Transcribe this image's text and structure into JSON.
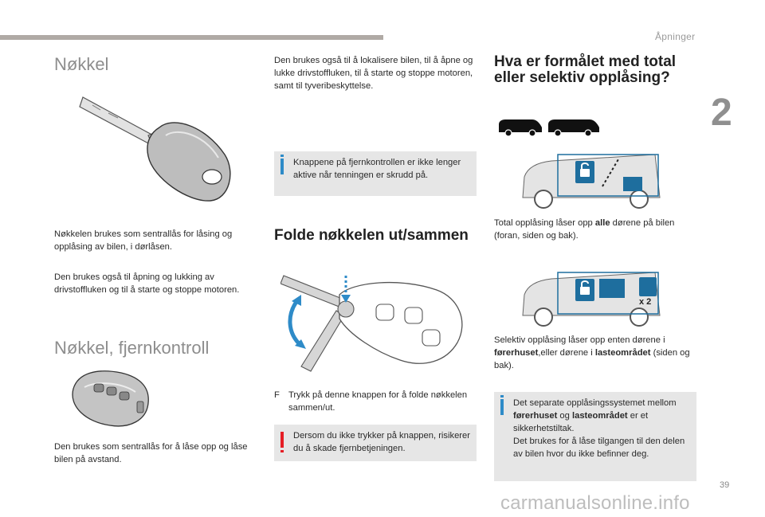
{
  "header": {
    "section": "Åpninger",
    "chapter": "2",
    "page_number": "39"
  },
  "watermark": "carmanualsonline.info",
  "col1": {
    "title_key": "Nøkkel",
    "key_p1": "Nøkkelen brukes som sentrallås for låsing og opplåsing av bilen, i dørlåsen.",
    "key_p2": "Den brukes også til åpning og lukking av drivstoffluken og til å starte og stoppe motoren.",
    "title_remote": "Nøkkel, fjernkontroll",
    "remote_p1": "Den brukes som sentrallås for å låse opp og låse bilen på avstand."
  },
  "col2": {
    "p1": "Den brukes også til å lokalisere bilen, til å åpne og lukke drivstoffluken, til å starte og stoppe motoren, samt til tyveribeskyttelse.",
    "info_note": "Knappene på fjernkontrollen er ikke lenger aktive når tenningen er skrudd på.",
    "title_fold": "Folde nøkkelen ut/sammen",
    "bullet_symbol": "F",
    "bullet_text": "Trykk på denne knappen for å folde nøkkelen sammen/ut.",
    "warn_note": "Dersom du ikke trykker på knappen, risikerer du å skade fjernbetjeningen."
  },
  "col3": {
    "title_line1": "Hva er formålet med total",
    "title_line2": "eller selektiv opplåsing?",
    "total_pre": "Total opplåsing låser opp ",
    "total_bold": "alle",
    "total_post": " dørene på bilen (foran, siden og bak).",
    "sel_pre": "Selektiv opplåsing låser opp enten dørene i ",
    "sel_bold1": "førerhuset",
    "sel_mid": ",eller dørene i ",
    "sel_bold2": "lasteområdet",
    "sel_post": " (siden og bak).",
    "note_pre": "Det separate opplåsingssystemet mellom ",
    "note_bold1": "førerhuset",
    "note_mid": " og ",
    "note_bold2": "lasteområdet",
    "note_post": " er et sikkerhetstiltak.",
    "note_p2": "Det brukes for å låse tilgangen til den delen av bilen hvor du ikke befinner deg.",
    "x2_label": "x 2"
  },
  "colors": {
    "info": "#2e8bc8",
    "warning": "#e51e25",
    "note_bg": "#e6e6e6",
    "icon_blue": "#1e6e9e"
  }
}
